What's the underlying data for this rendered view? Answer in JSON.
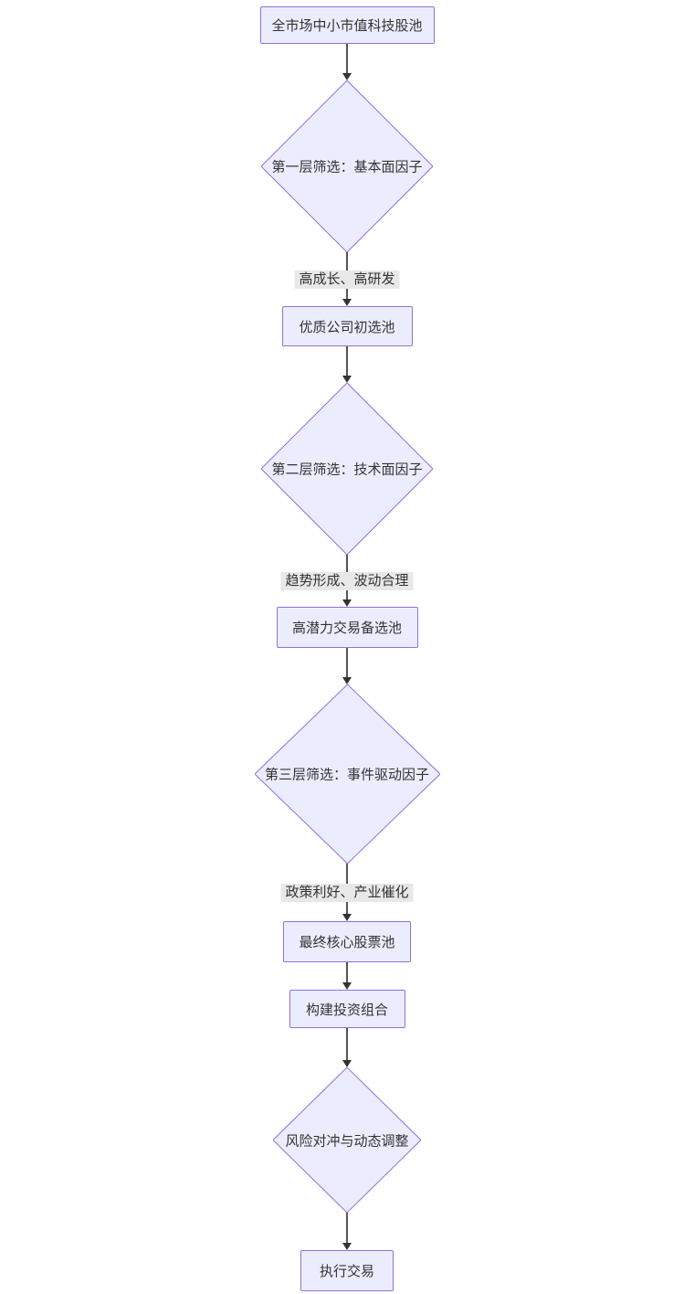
{
  "flowchart": {
    "title": "",
    "colors": {
      "node_fill": "#ECECFF",
      "node_border": "#9370DB",
      "node_text": "#333333",
      "edge_line": "#555555",
      "arrowhead": "#333333",
      "edge_label_bg": "#e8e8e8",
      "edge_label_text": "#333333",
      "background": "#ffffff"
    },
    "nodes": [
      {
        "type": "rect",
        "label": "全市场中小市值科技股池"
      },
      {
        "type": "diamond",
        "label": "第一层筛选：基本面因子"
      },
      {
        "type": "rect",
        "label": "优质公司初选池"
      },
      {
        "type": "diamond",
        "label": "第二层筛选：技术面因子"
      },
      {
        "type": "rect",
        "label": "高潜力交易备选池"
      },
      {
        "type": "diamond",
        "label": "第三层筛选：事件驱动因子"
      },
      {
        "type": "rect",
        "label": "最终核心股票池"
      },
      {
        "type": "rect",
        "label": "构建投资组合"
      },
      {
        "type": "diamond",
        "label": "风险对冲与动态调整"
      },
      {
        "type": "rect",
        "label": "执行交易"
      }
    ],
    "edges": [
      {
        "from": 0,
        "to": 1,
        "label": ""
      },
      {
        "from": 1,
        "to": 2,
        "label": "高成长、高研发"
      },
      {
        "from": 2,
        "to": 3,
        "label": ""
      },
      {
        "from": 3,
        "to": 4,
        "label": "趋势形成、波动合理"
      },
      {
        "from": 4,
        "to": 5,
        "label": ""
      },
      {
        "from": 5,
        "to": 6,
        "label": "政策利好、产业催化"
      },
      {
        "from": 6,
        "to": 7,
        "label": ""
      },
      {
        "from": 7,
        "to": 8,
        "label": ""
      },
      {
        "from": 8,
        "to": 9,
        "label": ""
      }
    ]
  }
}
